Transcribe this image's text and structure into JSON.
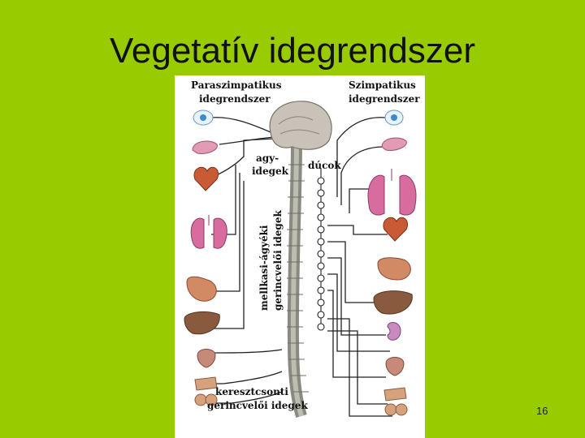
{
  "slide": {
    "title": "Vegetatív idegrendszer",
    "page_number": "16"
  },
  "diagram": {
    "labels": {
      "parasympathetic_line1": "Paraszimpatikus",
      "parasympathetic_line2": "idegrendszer",
      "sympathetic_line1": "Szimpatikus",
      "sympathetic_line2": "idegrendszer",
      "cranial_line1": "agy-",
      "cranial_line2": "idegek",
      "ganglia": "dúcok",
      "thoracolumbar_line1": "mellkasi-ágyéki",
      "thoracolumbar_line2": "gerincvelői idegek",
      "sacral_line1": "keresztcsonti",
      "sacral_line2": "gerincvelői idegek"
    },
    "colors": {
      "background": "#99cc00",
      "nerve": "#222222",
      "spine": "#8a8a80",
      "brain": "#c9c2b8",
      "lung": "#d86c9e",
      "heart": "#c85a36",
      "liver": "#8a5a3e",
      "stomach": "#d28a64",
      "eye": "#3a8ad0"
    },
    "organs_left": [
      "eye-icon",
      "salivary-gland-icon",
      "heart-icon",
      "lungs-icon",
      "stomach-icon",
      "liver-icon",
      "bladder-icon",
      "genitals-icon"
    ],
    "organs_right": [
      "eye-icon",
      "salivary-gland-icon",
      "lungs-icon",
      "heart-icon",
      "stomach-icon",
      "liver-icon",
      "kidney-icon",
      "bladder-icon",
      "genitals-icon"
    ]
  }
}
